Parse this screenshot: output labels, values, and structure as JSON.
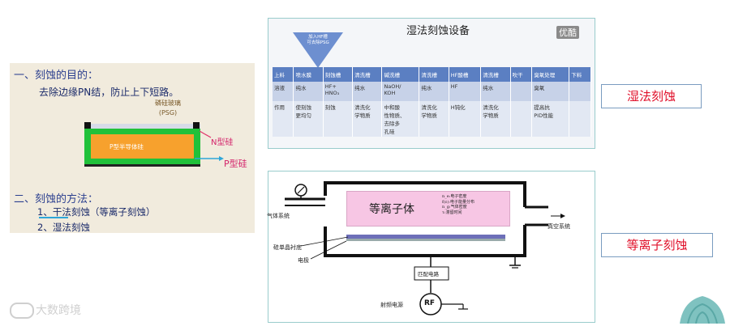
{
  "slide": {
    "heading1": "一、刻蚀的目的：",
    "purpose": "去除边缘PN结，防止上下短路。",
    "psg_label": "磷硅玻璃\n(PSG)",
    "n_label": "N型硅",
    "p_inner_label": "P型半导体硅",
    "p_label": "P型硅",
    "heading2": "二、刻蚀的方法：",
    "method1": "1、干法刻蚀（等离子刻蚀）",
    "method2": "2、湿法刻蚀"
  },
  "wet": {
    "title": "湿法刻蚀设备",
    "badge": "优酷",
    "funnel_text": "加入HF槽\n可去除PSG",
    "headers": [
      "上料",
      "喷水膜",
      "刻蚀槽",
      "清洗槽",
      "碱洗槽",
      "清洗槽",
      "HF酸槽",
      "清洗槽",
      "吹干",
      "臭氧处理",
      "下料"
    ],
    "row_solution": [
      "溶液",
      "纯水",
      "HF+\nHNO₃",
      "纯水",
      "NaOH/\nKOH",
      "纯水",
      "HF",
      "纯水",
      "",
      "臭氧",
      ""
    ],
    "row_function": [
      "作用",
      "使刻蚀\n更均匀",
      "刻蚀",
      "清洗化\n学物质",
      "中和酸\n性物质、\n去除多\n孔硅",
      "清洗化\n学物质",
      "H钝化",
      "清洗化\n学物质",
      "",
      "提高抗\nPID性能",
      ""
    ]
  },
  "labels": {
    "wet_label": "湿法刻蚀",
    "plasma_label": "等离子刻蚀"
  },
  "plasma": {
    "plasma_text": "等离子体",
    "legend": "n_e:电子密度\nf(ε):电子能量分布\nn_g:气体密度\nτ:滞留时间",
    "gas_system": "气体系统",
    "vacuum_system": "真空系统",
    "substrate": "硅单晶衬底",
    "electrode": "电极",
    "matching": "匹配电路",
    "rf": "RF",
    "rf_power": "射频电源"
  },
  "watermark": {
    "text": "大数跨境"
  },
  "colors": {
    "header_blue": "#5b7fc2",
    "label_red": "#e0102a",
    "plasma_pink": "#f7c6e4",
    "si_green": "#21c13a",
    "si_orange": "#f7a12d"
  }
}
